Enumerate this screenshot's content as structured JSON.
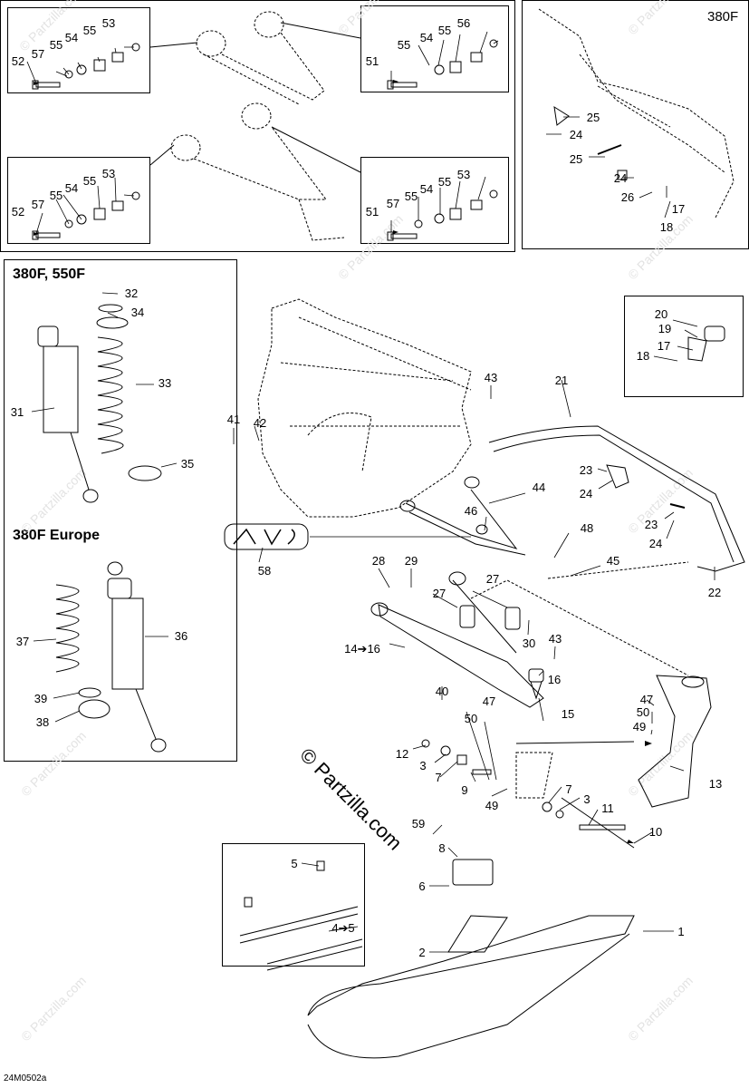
{
  "titles": {
    "top_right": "380F",
    "shock_a": "380F, 550F",
    "shock_b": "380F Europe"
  },
  "brand": "© Partzilla.com",
  "watermark": "© Partzilla.com",
  "code": "24M0502a",
  "callouts": [
    {
      "n": "53"
    },
    {
      "n": "55"
    },
    {
      "n": "54"
    },
    {
      "n": "55"
    },
    {
      "n": "57"
    },
    {
      "n": "52"
    },
    {
      "n": "56"
    },
    {
      "n": "55"
    },
    {
      "n": "54"
    },
    {
      "n": "55"
    },
    {
      "n": "51"
    },
    {
      "n": "53"
    },
    {
      "n": "55"
    },
    {
      "n": "54"
    },
    {
      "n": "55"
    },
    {
      "n": "57"
    },
    {
      "n": "52"
    },
    {
      "n": "53"
    },
    {
      "n": "55"
    },
    {
      "n": "54"
    },
    {
      "n": "55"
    },
    {
      "n": "57"
    },
    {
      "n": "51"
    },
    {
      "n": "25"
    },
    {
      "n": "24"
    },
    {
      "n": "25"
    },
    {
      "n": "24"
    },
    {
      "n": "26"
    },
    {
      "n": "17"
    },
    {
      "n": "18"
    },
    {
      "n": "32"
    },
    {
      "n": "34"
    },
    {
      "n": "33"
    },
    {
      "n": "31"
    },
    {
      "n": "35"
    },
    {
      "n": "37"
    },
    {
      "n": "36"
    },
    {
      "n": "39"
    },
    {
      "n": "38"
    },
    {
      "n": "20"
    },
    {
      "n": "19"
    },
    {
      "n": "17"
    },
    {
      "n": "18"
    },
    {
      "n": "43"
    },
    {
      "n": "21"
    },
    {
      "n": "41"
    },
    {
      "n": "42"
    },
    {
      "n": "44"
    },
    {
      "n": "46"
    },
    {
      "n": "23"
    },
    {
      "n": "24"
    },
    {
      "n": "23"
    },
    {
      "n": "24"
    },
    {
      "n": "22"
    },
    {
      "n": "48"
    },
    {
      "n": "45"
    },
    {
      "n": "58"
    },
    {
      "n": "28"
    },
    {
      "n": "29"
    },
    {
      "n": "27"
    },
    {
      "n": "27"
    },
    {
      "n": "30"
    },
    {
      "n": "14➔16"
    },
    {
      "n": "43"
    },
    {
      "n": "16"
    },
    {
      "n": "40"
    },
    {
      "n": "15"
    },
    {
      "n": "47"
    },
    {
      "n": "50"
    },
    {
      "n": "49"
    },
    {
      "n": "13"
    },
    {
      "n": "12"
    },
    {
      "n": "3"
    },
    {
      "n": "7"
    },
    {
      "n": "9"
    },
    {
      "n": "50"
    },
    {
      "n": "47"
    },
    {
      "n": "49"
    },
    {
      "n": "7"
    },
    {
      "n": "3"
    },
    {
      "n": "11"
    },
    {
      "n": "10"
    },
    {
      "n": "59"
    },
    {
      "n": "8"
    },
    {
      "n": "5"
    },
    {
      "n": "4➔5"
    },
    {
      "n": "6"
    },
    {
      "n": "2"
    },
    {
      "n": "1"
    }
  ]
}
